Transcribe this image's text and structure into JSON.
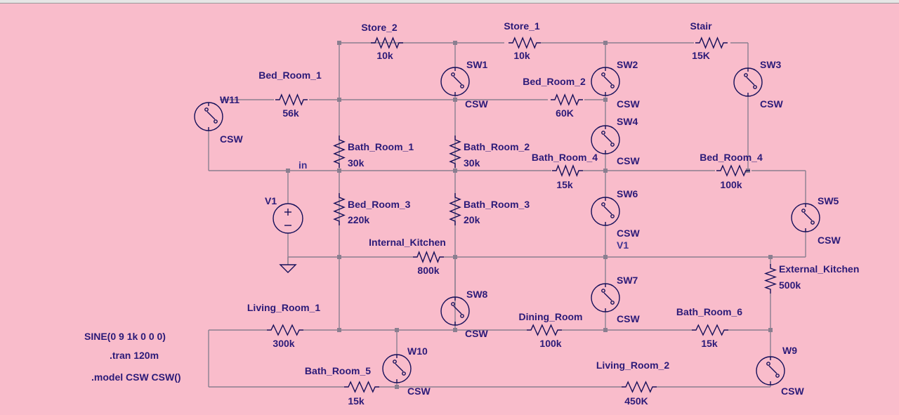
{
  "colors": {
    "background": "#f9bccb",
    "wire": "#8a7f90",
    "component": "#16105a",
    "text": "#2b1a78"
  },
  "resistors": [
    {
      "name": "Store_2",
      "value": "10k"
    },
    {
      "name": "Store_1",
      "value": "10k"
    },
    {
      "name": "Stair",
      "value": "15K"
    },
    {
      "name": "Bed_Room_1",
      "value": "56k"
    },
    {
      "name": "Bed_Room_2",
      "value": "60K"
    },
    {
      "name": "Bath_Room_1",
      "value": "30k"
    },
    {
      "name": "Bath_Room_2",
      "value": "30k"
    },
    {
      "name": "Bath_Room_4",
      "value": "15k"
    },
    {
      "name": "Bed_Room_4",
      "value": "100k"
    },
    {
      "name": "Bed_Room_3",
      "value": "220k"
    },
    {
      "name": "Bath_Room_3",
      "value": "20k"
    },
    {
      "name": "Internal_Kitchen",
      "value": "800k"
    },
    {
      "name": "External_Kitchen",
      "value": "500k"
    },
    {
      "name": "Living_Room_1",
      "value": "300k"
    },
    {
      "name": "Dining_Room",
      "value": "100k"
    },
    {
      "name": "Bath_Room_6",
      "value": "15k"
    },
    {
      "name": "Bath_Room_5",
      "value": "15k"
    },
    {
      "name": "Living_Room_2",
      "value": "450K"
    }
  ],
  "switches": [
    {
      "name": "SW1",
      "model": "CSW"
    },
    {
      "name": "SW2",
      "model": "CSW"
    },
    {
      "name": "SW3",
      "model": "CSW"
    },
    {
      "name": "W11",
      "model": "CSW"
    },
    {
      "name": "SW4",
      "model": "CSW"
    },
    {
      "name": "SW6",
      "model": "CSW"
    },
    {
      "name": "SW5",
      "model": "CSW"
    },
    {
      "name": "SW7",
      "model": "CSW"
    },
    {
      "name": "SW8",
      "model": "CSW"
    },
    {
      "name": "W10",
      "model": "CSW"
    },
    {
      "name": "W9",
      "model": "CSW"
    }
  ],
  "source": {
    "name": "V1",
    "value": "SINE(0 9 1k 0 0 0)"
  },
  "net_labels": [
    "in",
    "V1"
  ],
  "directives": [
    ".tran 120m",
    ".model CSW CSW()"
  ]
}
